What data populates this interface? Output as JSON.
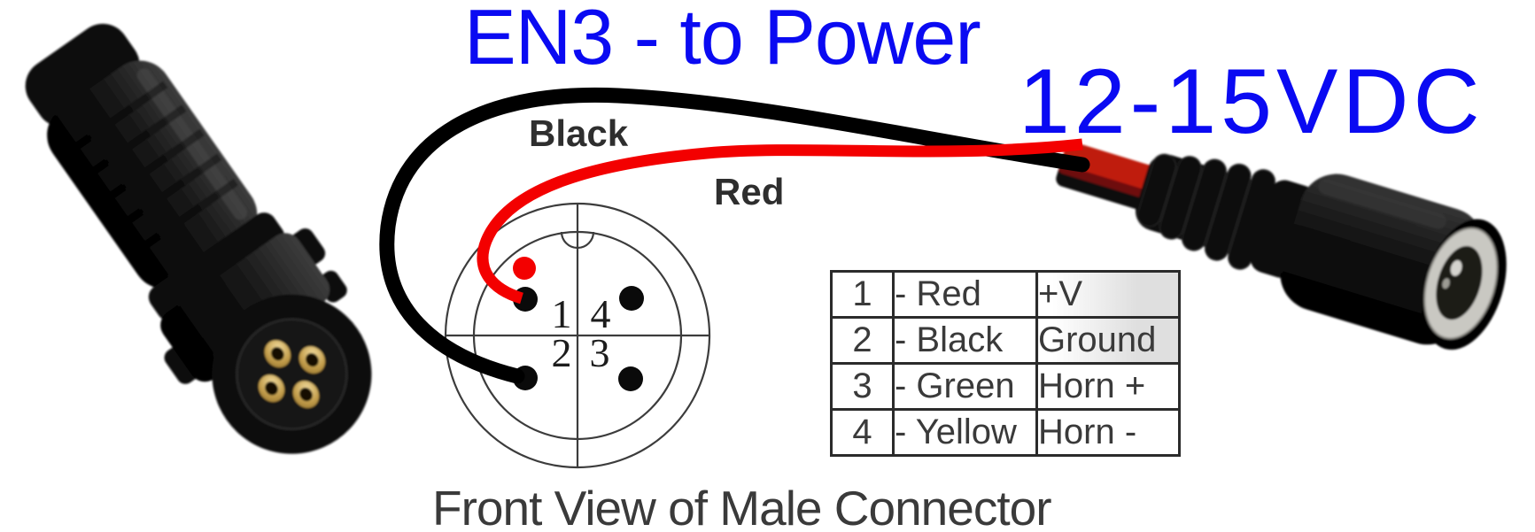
{
  "title": "EN3 - to Power",
  "voltage_label": "12-15VDC",
  "wire_labels": {
    "black": "Black",
    "red": "Red"
  },
  "caption": "Front View of Male Connector",
  "diagram": {
    "pin_numbers": {
      "top_left": "1",
      "top_right": "4",
      "bottom_left": "2",
      "bottom_right": "3"
    }
  },
  "pinout_table": {
    "rows": [
      {
        "pin": "1",
        "wire": "- Red",
        "function": "+V"
      },
      {
        "pin": "2",
        "wire": "- Black",
        "function": "Ground"
      },
      {
        "pin": "3",
        "wire": "- Green",
        "function": "Horn +"
      },
      {
        "pin": "4",
        "wire": "- Yellow",
        "function": "Horn -"
      }
    ]
  },
  "colors": {
    "accent_blue": "#0a0af2",
    "wire_red": "#f30000",
    "wire_black": "#000000",
    "diagram_line": "#3c3c3c",
    "text_dark": "#3a3a3a"
  }
}
